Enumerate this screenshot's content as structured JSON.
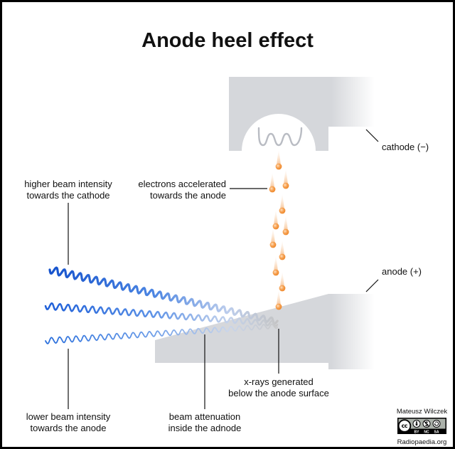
{
  "title": "Anode heel effect",
  "labels": {
    "cathode": "cathode (−)",
    "anode": "anode (+)",
    "electrons": [
      "electrons accelerated",
      "towards the anode"
    ],
    "higher_intensity": [
      "higher beam intensity",
      "towards the cathode"
    ],
    "lower_intensity": [
      "lower beam intensity",
      "towards the anode"
    ],
    "attenuation": [
      "beam attenuation",
      "inside the adnode"
    ],
    "xrays": [
      "x-rays generated",
      "below the anode surface"
    ]
  },
  "credit": {
    "author": "Mateusz Wilczek",
    "license": {
      "cc": "cc",
      "by": "BY",
      "nc": "NC",
      "sa": "SA"
    },
    "source": "Radiopaedia.org"
  },
  "colors": {
    "structure_gray": "#d5d7db",
    "filament_gray": "#b9bcc3",
    "electron_orange": "#ee8424",
    "beam_blue": "#1552cc",
    "text": "#111111"
  }
}
